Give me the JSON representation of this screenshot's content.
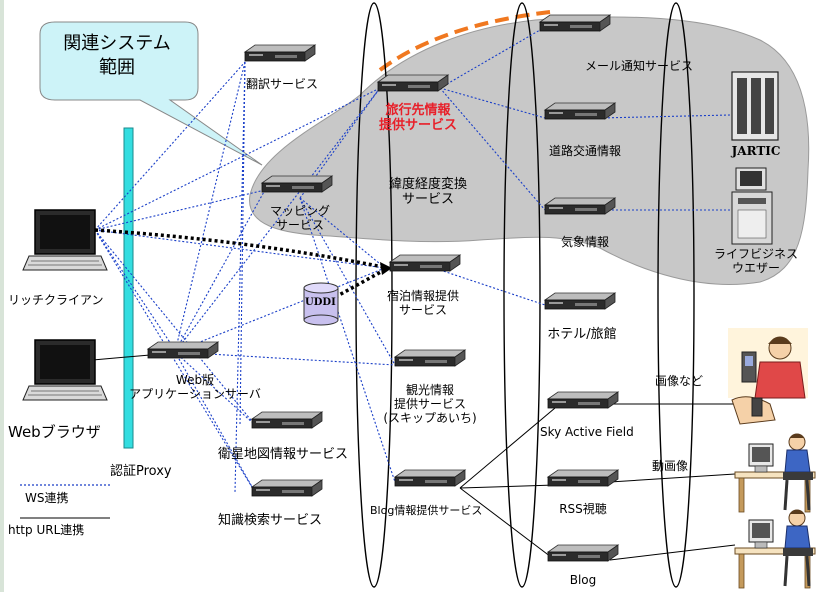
{
  "callout": {
    "line1": "関連システム",
    "line2": "範囲"
  },
  "nodes": {
    "translation": "翻訳サービス",
    "mapping_line1": "マッピング",
    "mapping_line2": "サービス",
    "travel_line1": "旅行先情報",
    "travel_line2": "提供サービス",
    "mail": "メール通知サービス",
    "road": "道路交通情報",
    "latlon_line1": "緯度経度変換",
    "latlon_line2": "サービス",
    "weather": "気象情報",
    "jartic": "JARTIC",
    "lifebiz_line1": "ライフビジネス",
    "lifebiz_line2": "ウエザー",
    "rich_client": "リッチクライアン",
    "uddi": "UDDI",
    "lodging_line1": "宿泊情報提供",
    "lodging_line2": "サービス",
    "hotel": "ホテル/旅館",
    "web_app_line1": "Web版",
    "web_app_line2": "アプリケーションサーバ",
    "web_browser": "Webブラウザ",
    "tourism_line1": "観光情報",
    "tourism_line2": "提供サービス",
    "tourism_line3": "(スキップあいち)",
    "sky_active": "Sky Active Field",
    "image_etc": "画像など",
    "satellite": "衛星地図情報サービス",
    "auth_proxy": "認証Proxy",
    "video": "動画像",
    "knowledge": "知識検索サービス",
    "blog_provider": "Blog情報提供サービス",
    "rss": "RSS視聴",
    "blog": "Blog"
  },
  "legend": {
    "ws": "WS連携",
    "http": "http URL連携"
  },
  "colors": {
    "ws_line": "#1a3fc8",
    "cloud": "#c8c8c8",
    "callout_fill": "#cdf3f8",
    "proxy_bar": "#33dde0",
    "dashed_orange": "#f07820",
    "red_label": "#e8202a"
  }
}
